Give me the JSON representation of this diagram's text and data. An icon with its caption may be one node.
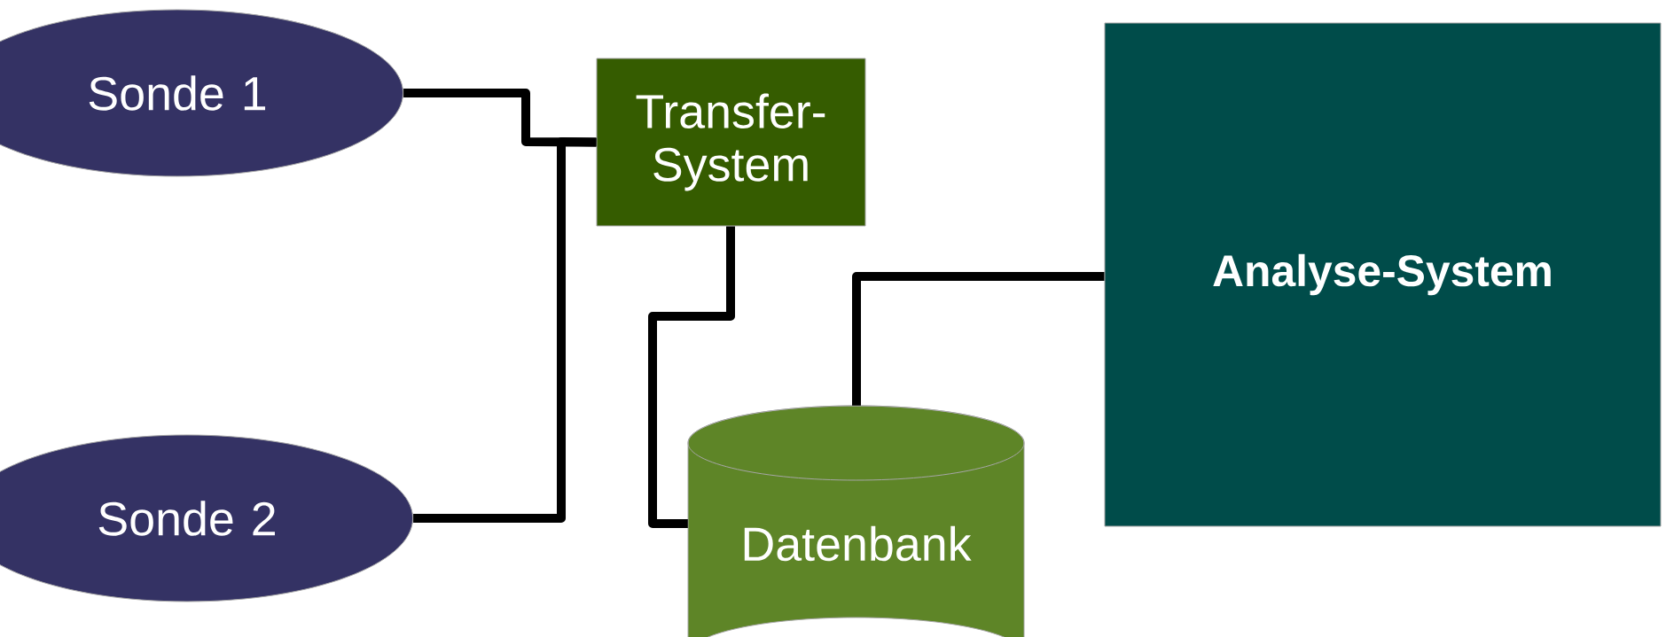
{
  "diagram": {
    "nodes": [
      {
        "text": [
          "Sonde 1"
        ]
      },
      {
        "text": [
          "Sonde 2"
        ]
      },
      {
        "text": [
          "Transfer-System"
        ]
      },
      {
        "text": [
          "Datenbank"
        ]
      },
      {
        "text": [
          "Analyse-System"
        ]
      }
    ],
    "edges": [
      {
        "from": 0,
        "to": 2,
        "arrow": "none"
      },
      {
        "from": 1,
        "to": 2,
        "arrow": "none"
      },
      {
        "from": 2,
        "to": 3,
        "arrow": "none"
      },
      {
        "from": 3,
        "to": 4,
        "arrow": "none"
      }
    ]
  }
}
